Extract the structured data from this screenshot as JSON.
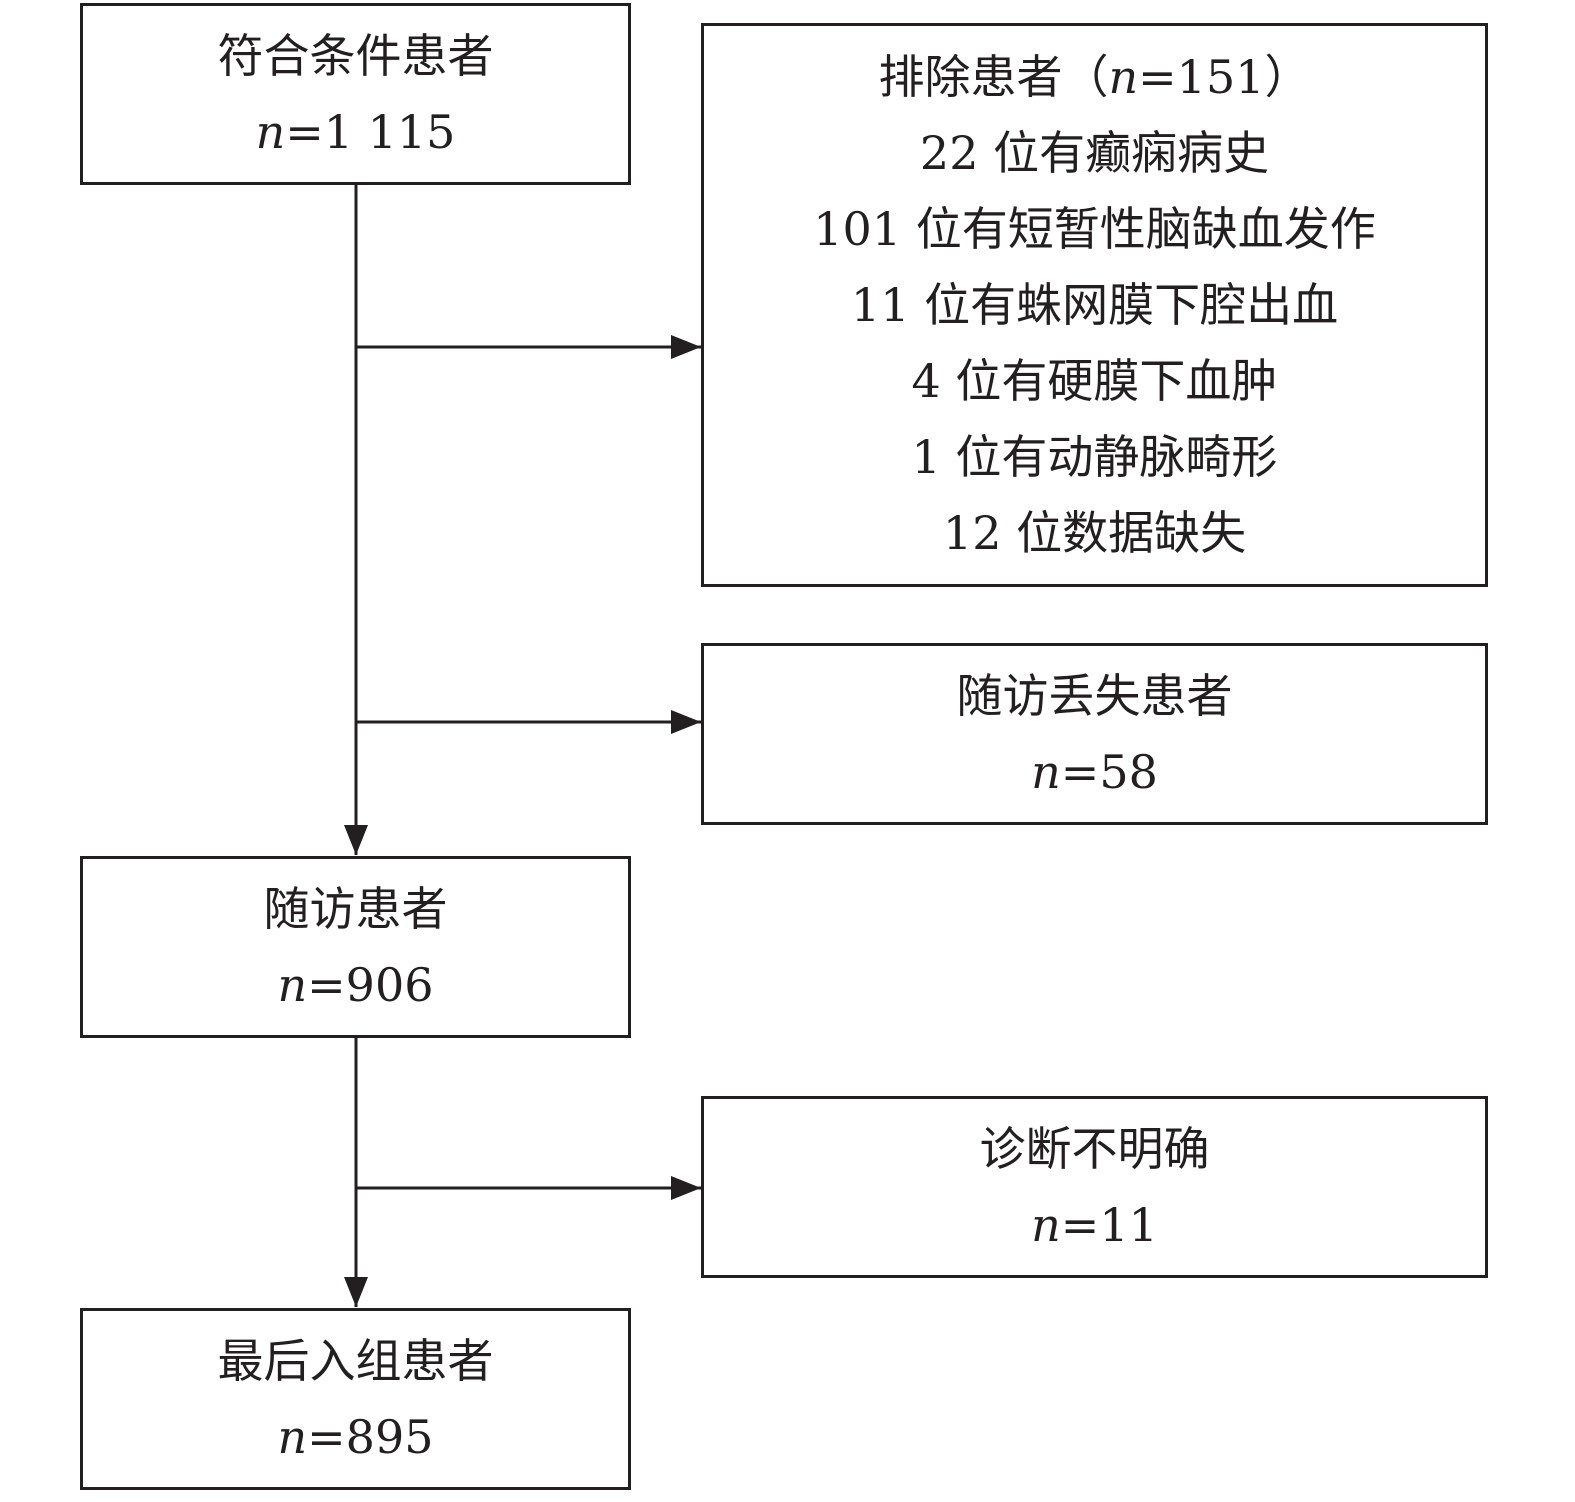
{
  "boxes": {
    "eligible": {
      "title": "符合条件患者",
      "n_label": "n",
      "n_value": "=1 115"
    },
    "excluded": {
      "title_prefix": "排除患者（",
      "n_label": "n",
      "title_suffix": "=151）",
      "reasons": [
        "22 位有癫痫病史",
        "101 位有短暂性脑缺血发作",
        "11 位有蛛网膜下腔出血",
        "4 位有硬膜下血肿",
        "1 位有动静脉畸形",
        "12 位数据缺失"
      ]
    },
    "lost": {
      "title": "随访丢失患者",
      "n_label": "n",
      "n_value": "=58"
    },
    "followed": {
      "title": "随访患者",
      "n_label": "n",
      "n_value": "=906"
    },
    "unclear": {
      "title": "诊断不明确",
      "n_label": "n",
      "n_value": "=11"
    },
    "final": {
      "title": "最后入组患者",
      "n_label": "n",
      "n_value": "=895"
    }
  },
  "colors": {
    "line": "#231f20",
    "text": "#231f20",
    "background": "#ffffff"
  }
}
